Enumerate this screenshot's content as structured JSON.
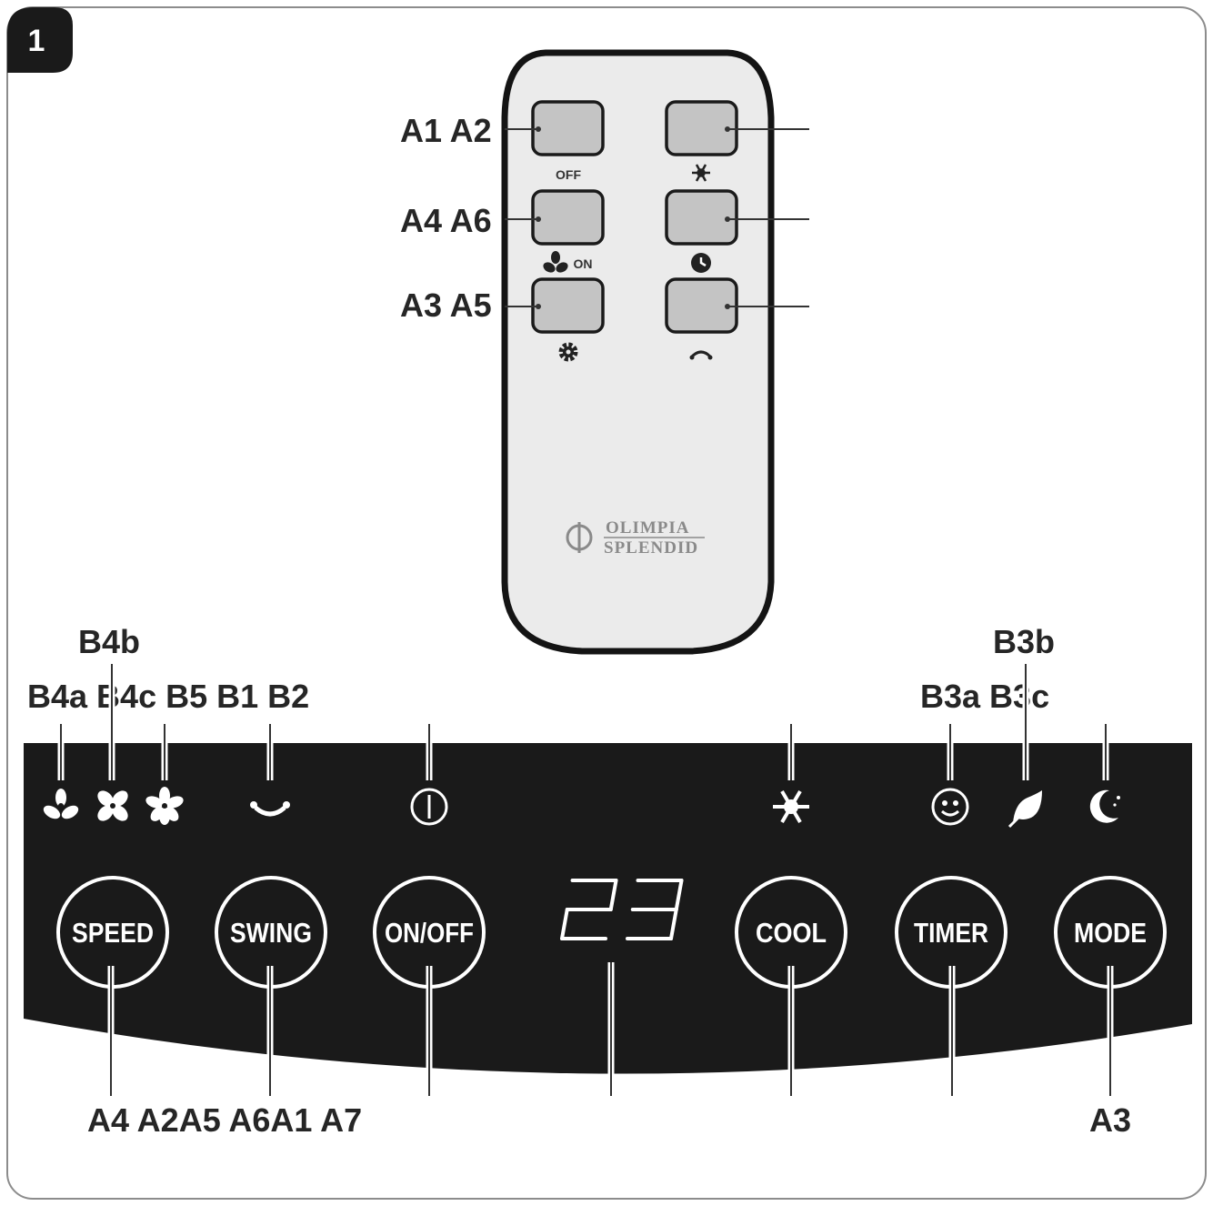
{
  "figure": {
    "badge": "1",
    "colors": {
      "panel": "#1a1a1a",
      "remote_body": "#ebebeb",
      "remote_button": "#c4c4c4",
      "label_text": "#262626"
    }
  },
  "remote": {
    "logo_line1": "OLIMPIA",
    "logo_line2": "SPLENDID",
    "buttons": [
      {
        "icon_text": "OFF",
        "icon": "off-text"
      },
      {
        "icon": "snowflake-icon"
      },
      {
        "icon_text": "ON",
        "icon": "fan-icon"
      },
      {
        "icon": "clock-icon"
      },
      {
        "icon": "gear-icon"
      },
      {
        "icon": "swing-icon"
      }
    ],
    "labels": [
      "A1 A2",
      "A4 A6",
      "A3 A5"
    ]
  },
  "panel": {
    "buttons": [
      "SPEED",
      "SWING",
      "ON/OFF",
      "COOL",
      "TIMER",
      "MODE"
    ],
    "display_value": "23",
    "indicator_icons": [
      "fan-low-icon",
      "fan-mid-icon",
      "fan-high-icon",
      "swing-icon",
      "power-icon",
      "snowflake-icon",
      "smiley-icon",
      "leaf-icon",
      "moon-icon"
    ]
  },
  "callouts": {
    "top_row_b4b": "B4b",
    "top_row": "B4a B4c B5 B1 B2",
    "top_right_b3b": "B3b",
    "top_right": "B3a B3c",
    "bottom_left": "A4 A2A5 A6A1 A7",
    "bottom_right": "A3"
  }
}
